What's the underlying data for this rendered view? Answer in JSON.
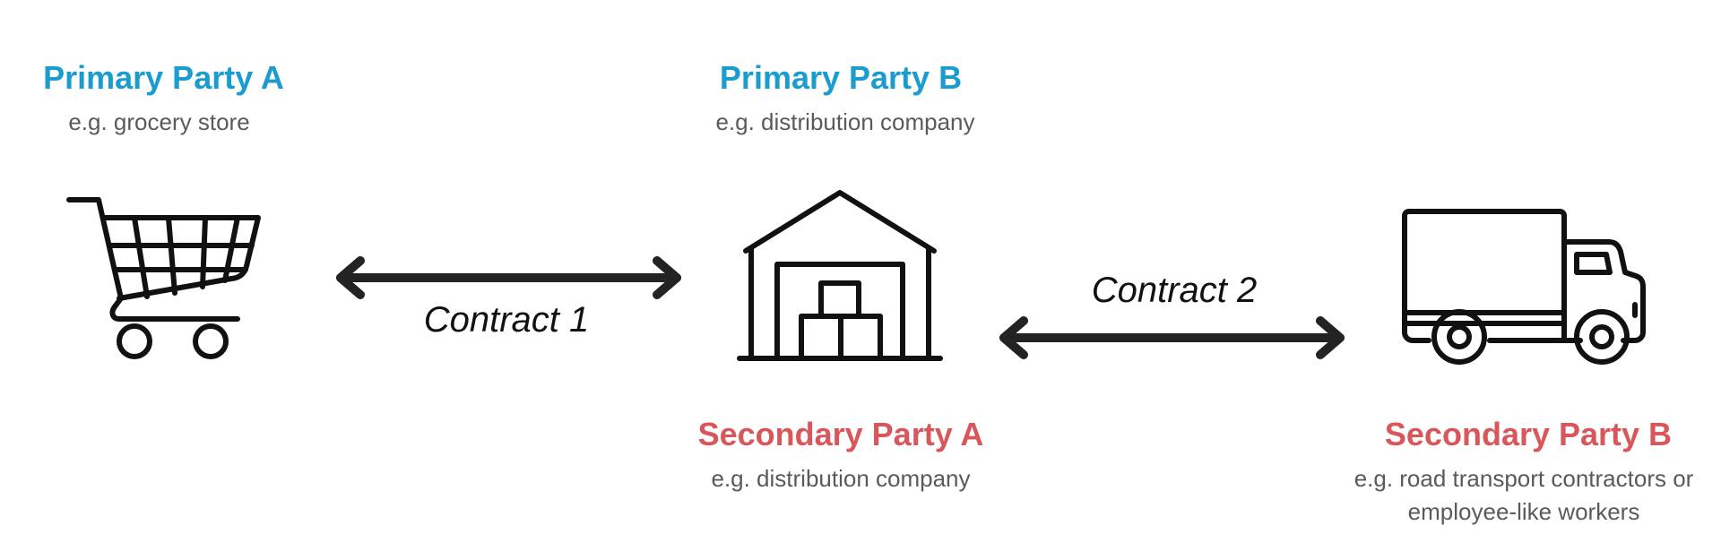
{
  "primary_a": {
    "title": "Primary Party A",
    "example": "e.g. grocery store"
  },
  "primary_b": {
    "title": "Primary Party B",
    "example": "e.g. distribution company"
  },
  "secondary_a": {
    "title": "Secondary Party A",
    "example": "e.g. distribution company"
  },
  "secondary_b": {
    "title": "Secondary Party B",
    "example_line1": "e.g. road transport contractors or",
    "example_line2": "employee-like workers"
  },
  "contract_1": "Contract 1",
  "contract_2": "Contract 2",
  "icons": [
    "shopping-cart-icon",
    "warehouse-icon",
    "delivery-truck-icon"
  ],
  "colors": {
    "primary": "#1a9dce",
    "secondary": "#d9575a",
    "text_muted": "#5a5a5a",
    "icon": "#111111"
  }
}
